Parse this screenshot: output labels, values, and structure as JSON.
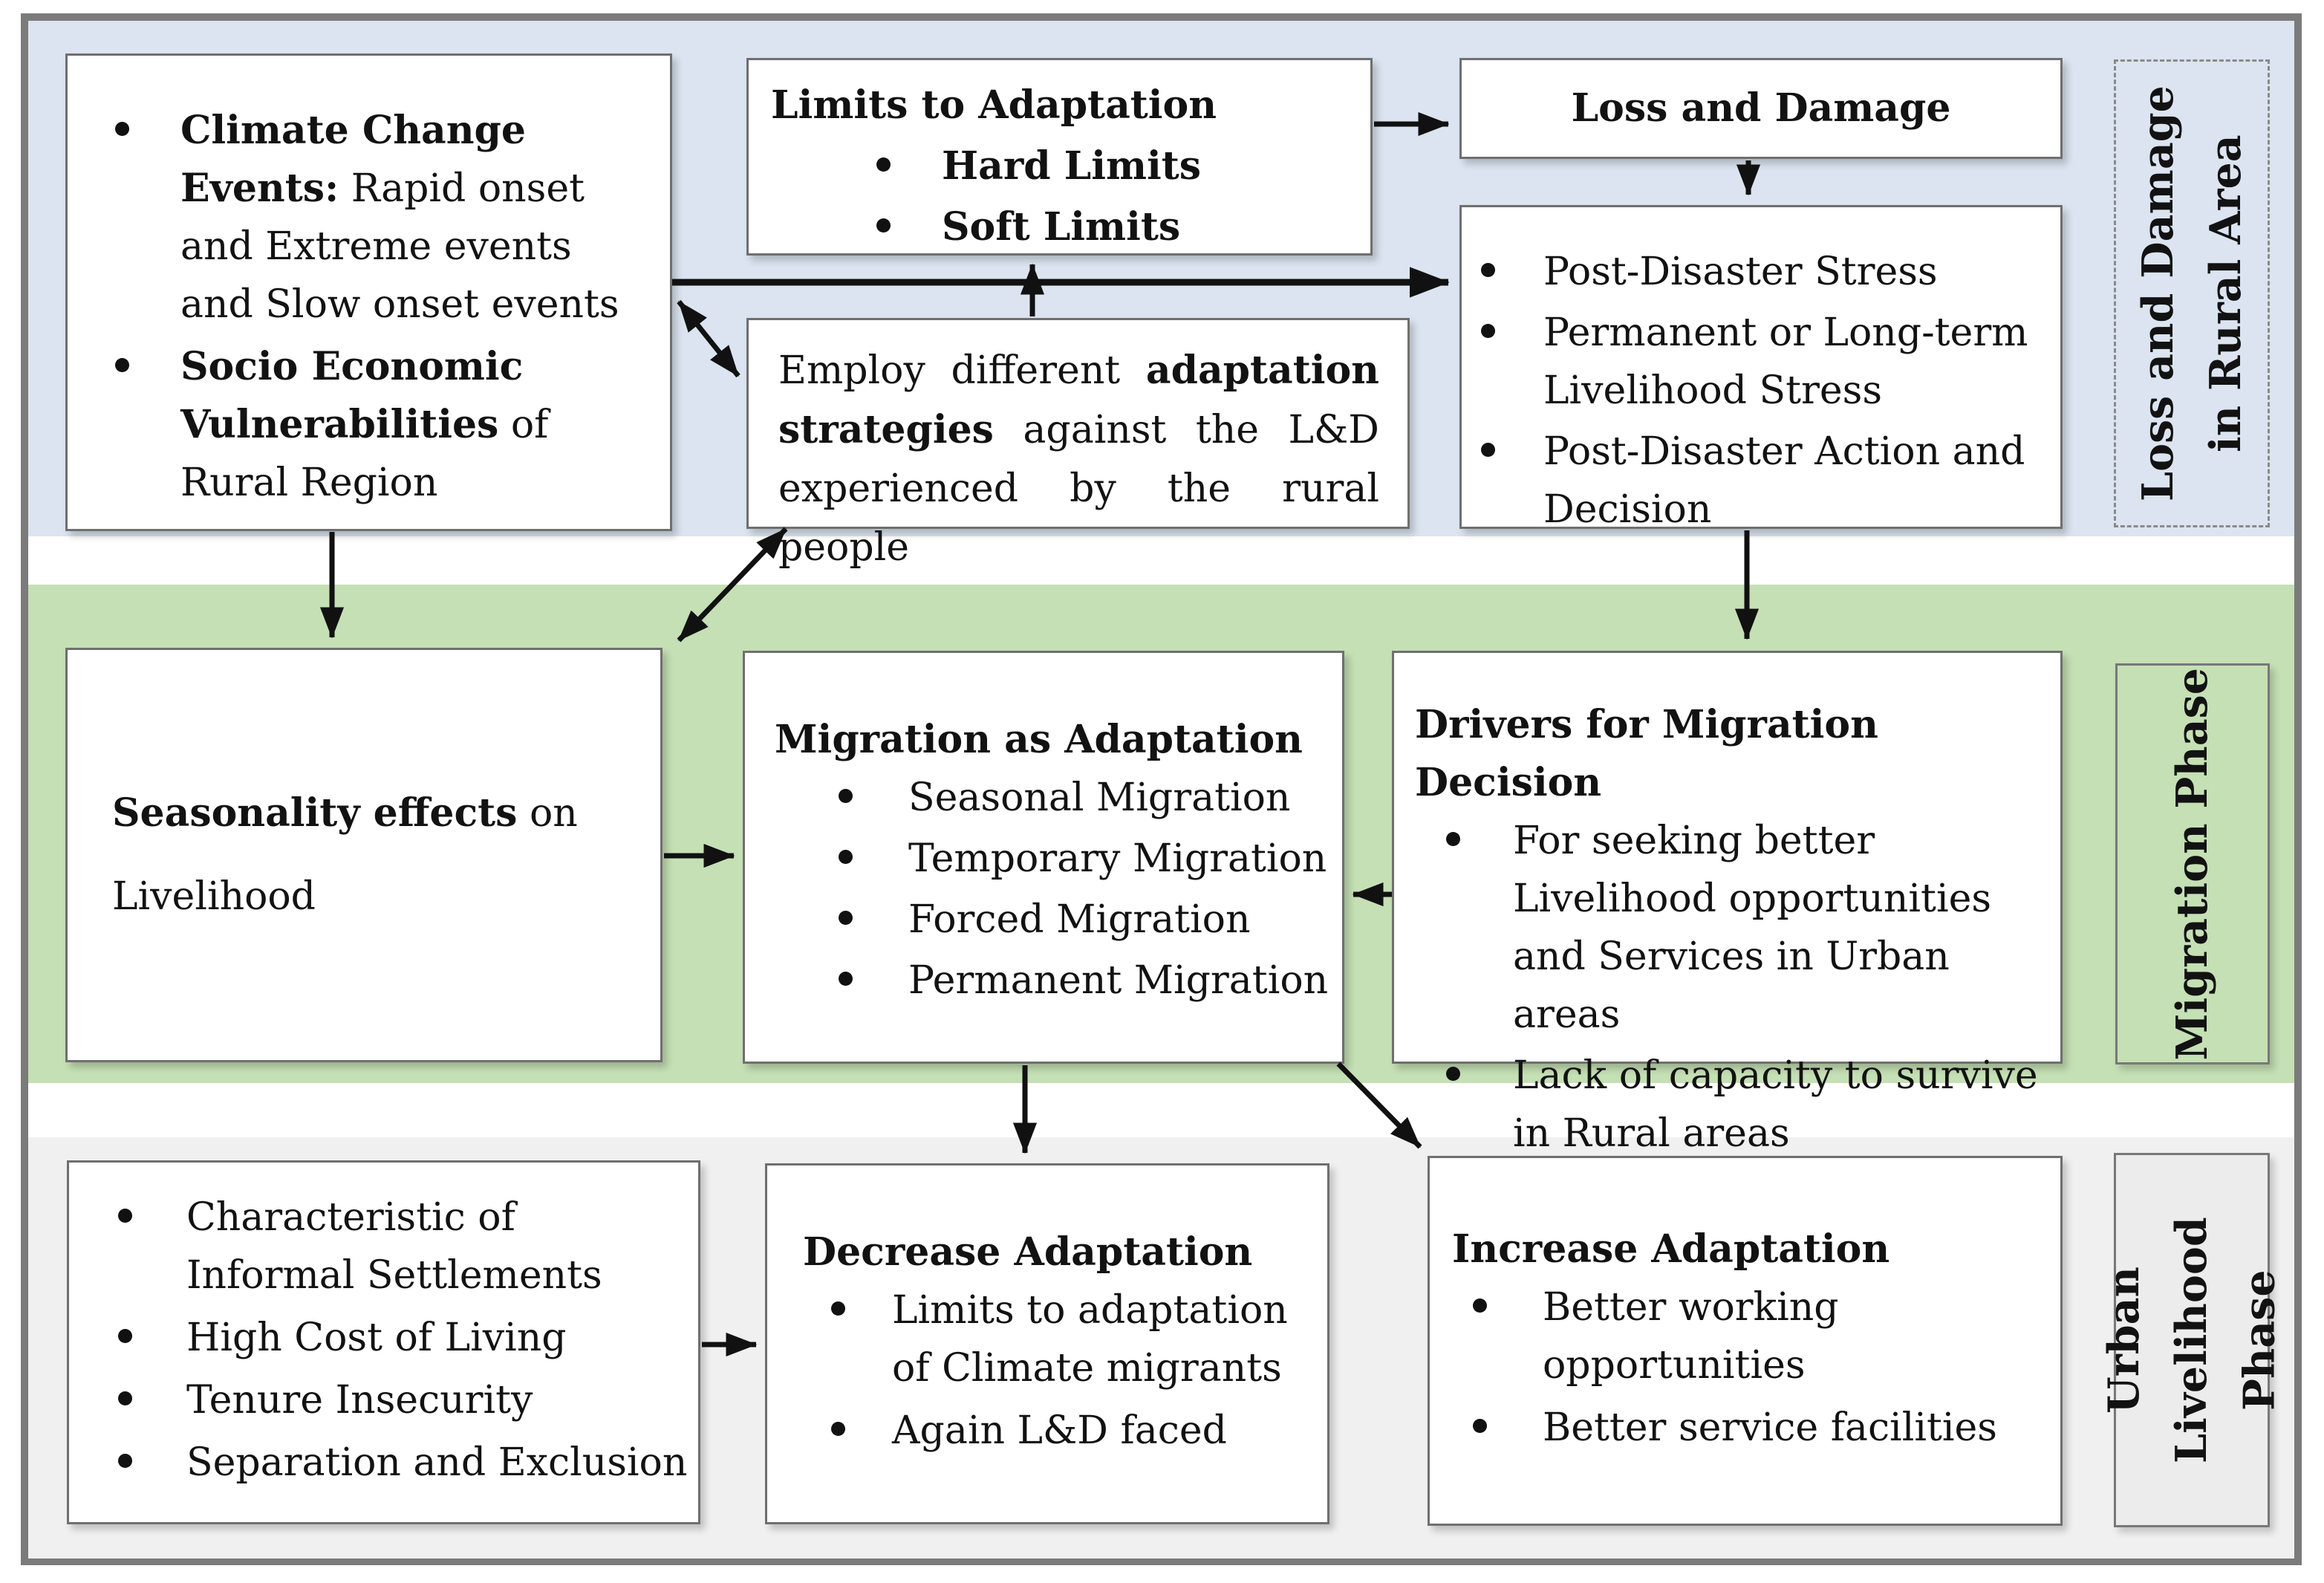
{
  "colors": {
    "rural_band": "#dbe4f0",
    "migration_band": "#c5e0b4",
    "urban_band": "#f0f0f0",
    "box_border": "#6f6f6f",
    "outer_border": "#7b7b7b",
    "arrow": "#111111"
  },
  "sidebars": {
    "rural": {
      "label": "Loss and Damage in Rural Area"
    },
    "migration": {
      "label": "Migration Phase"
    },
    "urban": {
      "label": "Urban Livelihood Phase"
    }
  },
  "boxes": {
    "climate": {
      "items": [
        {
          "bold": "Climate Change Events:",
          "rest": " Rapid onset and Extreme events and Slow onset events"
        },
        {
          "bold": "Socio Economic Vulnerabilities",
          "rest": " of Rural Region"
        }
      ]
    },
    "limits": {
      "title": "Limits to Adaptation",
      "items": [
        "Hard Limits",
        "Soft Limits"
      ]
    },
    "loss": {
      "title": "Loss and Damage"
    },
    "employ": {
      "pre": "Employ different ",
      "bold": "adaptation strategies",
      "post": " against the L&D experienced by the rural people"
    },
    "post_disaster": {
      "items": [
        "Post-Disaster Stress",
        "Permanent or Long-term Livelihood Stress",
        "Post-Disaster Action and Decision"
      ]
    },
    "seasonality": {
      "bold": "Seasonality effects",
      "rest": " on Livelihood"
    },
    "migration": {
      "title": "Migration as Adaptation",
      "items": [
        "Seasonal Migration",
        "Temporary Migration",
        "Forced Migration",
        "Permanent Migration"
      ]
    },
    "drivers": {
      "title": "Drivers for Migration Decision",
      "items": [
        "For seeking better Livelihood opportunities and Services in Urban areas",
        "Lack of capacity to survive in Rural areas"
      ]
    },
    "informal": {
      "items": [
        "Characteristic of Informal Settlements",
        "High Cost of Living",
        "Tenure Insecurity",
        "Separation and Exclusion"
      ]
    },
    "decrease": {
      "title": "Decrease Adaptation",
      "items": [
        "Limits to adaptation of Climate migrants",
        "Again L&D faced"
      ]
    },
    "increase": {
      "title": "Increase Adaptation",
      "items": [
        "Better working opportunities",
        "Better service facilities"
      ]
    }
  }
}
